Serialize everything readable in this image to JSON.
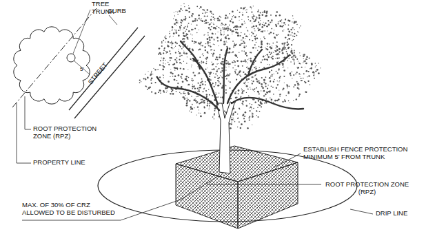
{
  "diagram": {
    "labels": [
      "TREE TRUNK",
      "CURB",
      "5'",
      "STREET",
      "ROOT PROTECTION ZONE (RPZ)",
      "PROPERTY LINE",
      "ESTABLISH FENCE PROTECTION MINIMUM 5' FROM TRUNK",
      "ROOT PROTECTION ZONE (RPZ)",
      "MAX. OF 30% OF CRZ ALLOWED TO BE DISTURBED",
      "DRIP LINE"
    ]
  }
}
